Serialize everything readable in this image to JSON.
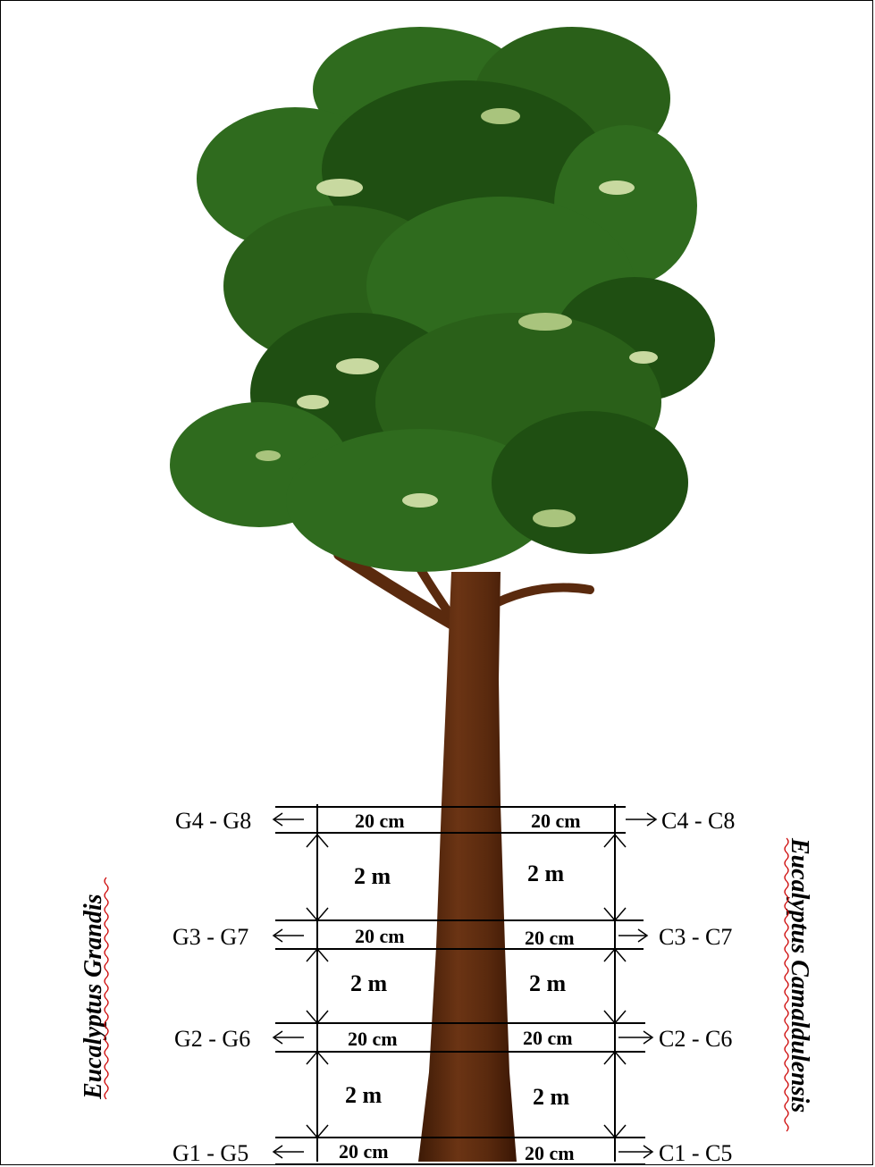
{
  "species": {
    "left": "Eucalyptus Grandis",
    "right": "Eucalyptus Camaldulensis"
  },
  "levels": [
    {
      "left": "G4 - G8",
      "right": "C4 - C8",
      "width_left": "20 cm",
      "width_right": "20 cm"
    },
    {
      "left": "G3 - G7",
      "right": "C3 - C7",
      "width_left": "20 cm",
      "width_right": "20 cm"
    },
    {
      "left": "G2 - G6",
      "right": "C2 - C6",
      "width_left": "20 cm",
      "width_right": "20 cm"
    },
    {
      "left": "G1 - G5",
      "right": "C1 - C5",
      "width_left": "20 cm",
      "width_right": "20 cm"
    }
  ],
  "spacings": [
    {
      "left": "2 m",
      "right": "2 m"
    },
    {
      "left": "2 m",
      "right": "2 m"
    },
    {
      "left": "2 m",
      "right": "2 m"
    }
  ],
  "colors": {
    "foliage_dark": "#1f4f12",
    "foliage_mid": "#2f6b1e",
    "foliage_light": "#3f8a2a",
    "highlight": "#c8d9a0",
    "trunk": "#5a2a0e",
    "red_underline": "#cc0000"
  }
}
